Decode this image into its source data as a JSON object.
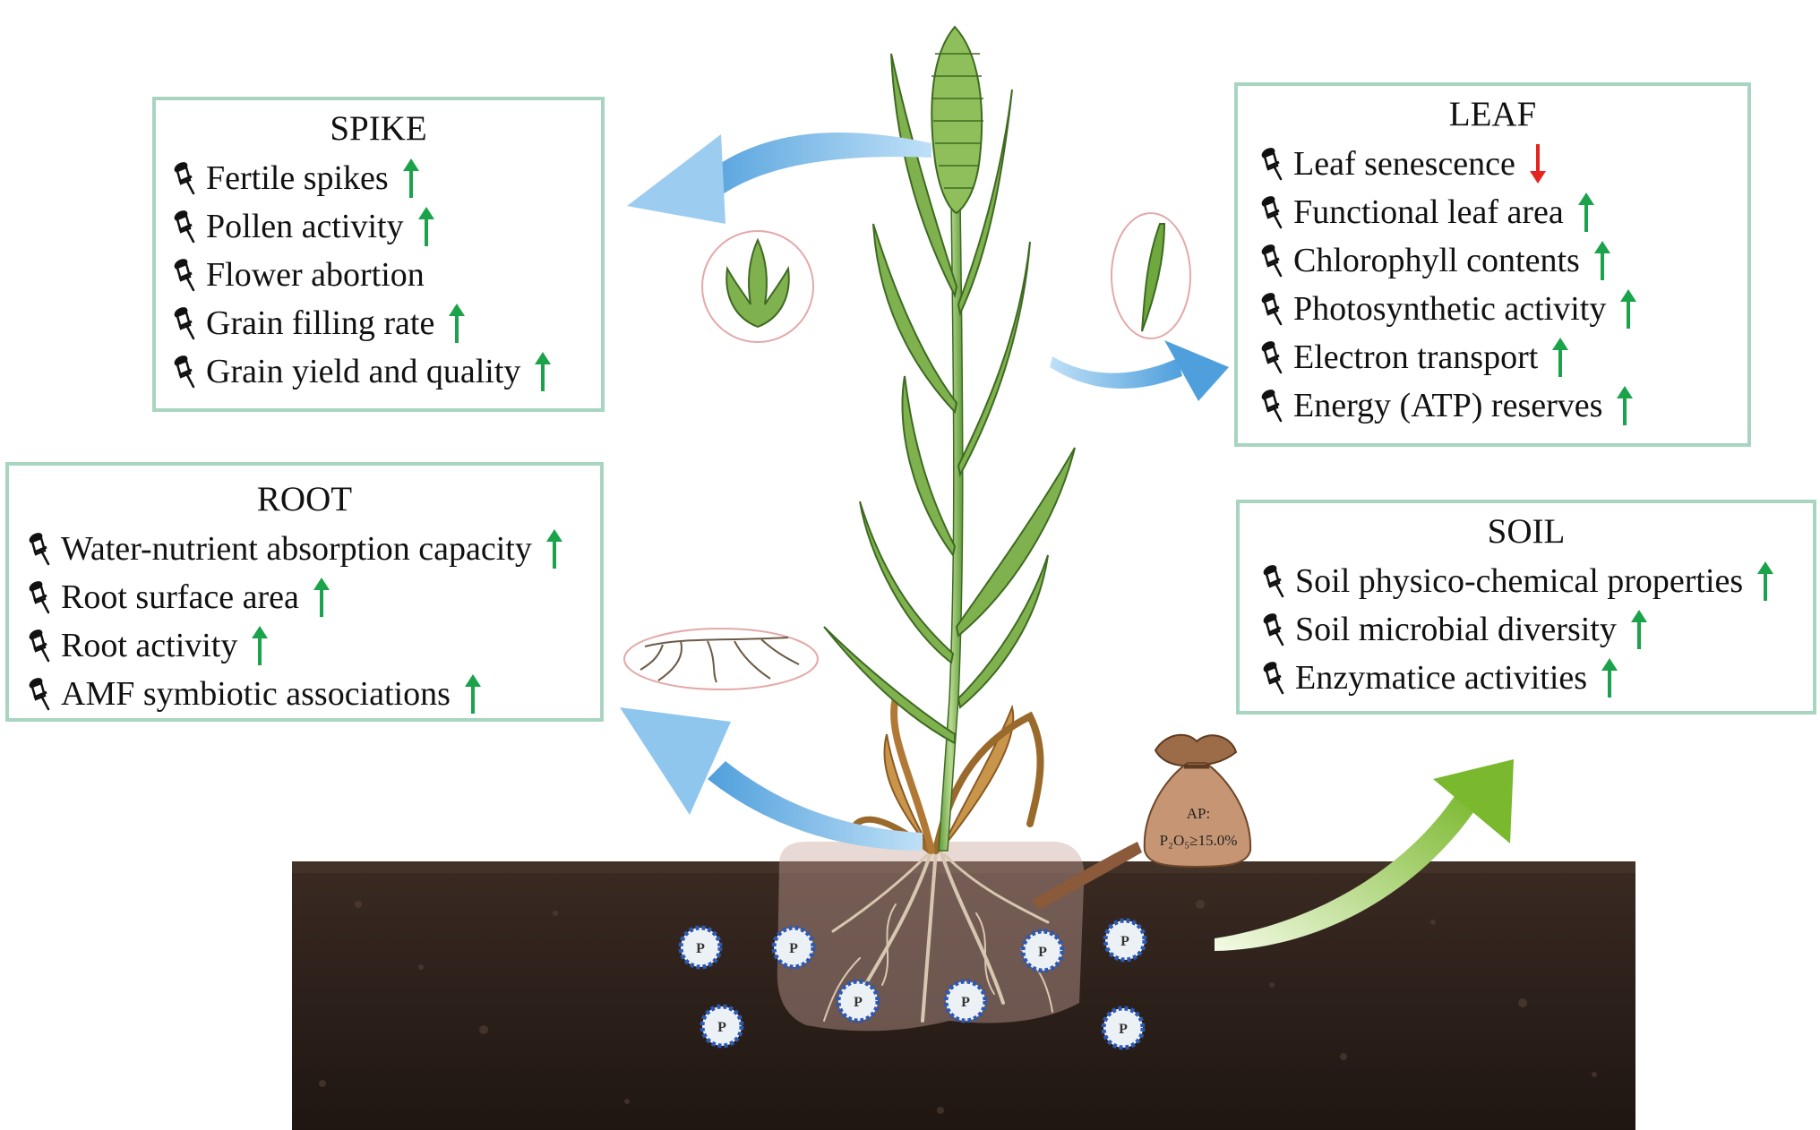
{
  "colors": {
    "box_border": "#a8d5c0",
    "soil": "#2e211b",
    "blue_arrow": "#7fbde8",
    "green_arrow": "#8cc63f",
    "up_arrow": "#1aa34a",
    "down_arrow": "#e52420"
  },
  "icons": {
    "pin": "pushpin-icon",
    "increase": "green-up-arrow-icon",
    "decrease": "red-down-arrow-icon"
  },
  "spike": {
    "title": "SPIKE",
    "items": [
      {
        "label": "Fertile spikes",
        "trend": "up"
      },
      {
        "label": "Pollen activity",
        "trend": "up"
      },
      {
        "label": "Flower abortion",
        "trend": "none"
      },
      {
        "label": "Grain filling rate",
        "trend": "up"
      },
      {
        "label": "Grain yield and quality",
        "trend": "up"
      }
    ]
  },
  "leaf": {
    "title": "LEAF",
    "items": [
      {
        "label": "Leaf senescence",
        "trend": "down"
      },
      {
        "label": "Functional leaf area",
        "trend": "up"
      },
      {
        "label": "Chlorophyll contents",
        "trend": "up"
      },
      {
        "label": "Photosynthetic activity",
        "trend": "up"
      },
      {
        "label": "Electron transport",
        "trend": "up"
      },
      {
        "label": "Energy (ATP) reserves",
        "trend": "up"
      }
    ]
  },
  "root": {
    "title": "ROOT",
    "items": [
      {
        "label": "Water-nutrient absorption capacity",
        "trend": "up"
      },
      {
        "label": "Root surface area",
        "trend": "up"
      },
      {
        "label": "Root activity",
        "trend": "up"
      },
      {
        "label": "AMF symbiotic associations",
        "trend": "up"
      }
    ]
  },
  "soil": {
    "title": "SOIL",
    "items": [
      {
        "label": "Soil physico-chemical properties",
        "trend": "up"
      },
      {
        "label": "Soil microbial diversity",
        "trend": "up"
      },
      {
        "label": "Enzymatice activities",
        "trend": "up"
      }
    ]
  },
  "fertilizer_bag": {
    "line1": "AP:",
    "line2": "P₂O₅≥15.0%"
  },
  "phosphorus_marker": "P"
}
